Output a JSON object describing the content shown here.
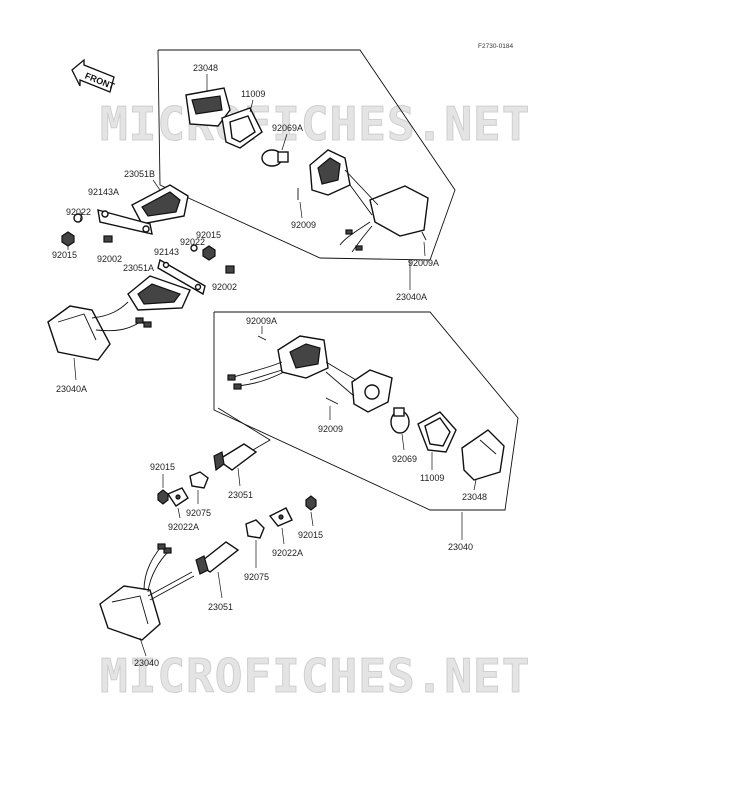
{
  "figure_code": "F2730-0184",
  "front_label": "FRONT",
  "watermark": "MICROFICHES.NET",
  "parts": {
    "p23048_top": "23048",
    "p11009_top": "11009",
    "p92069A_top": "92069A",
    "p92009_top": "92009",
    "p92009A_top": "92009A",
    "p23040A_top": "23040A",
    "p23051B": "23051B",
    "p92143A": "92143A",
    "p92022_left": "92022",
    "p92015_left": "92015",
    "p92002_left": "92002",
    "p92015_mid": "92015",
    "p92022_mid": "92022",
    "p92143": "92143",
    "p23051A": "23051A",
    "p92002_mid": "92002",
    "p23040A_left": "23040A",
    "p92009A_right": "92009A",
    "p92009_right": "92009",
    "p92069": "92069",
    "p11009_right": "11009",
    "p23048_right": "23048",
    "p23040_right": "23040",
    "p92015_low": "92015",
    "p92022A_low": "92022A",
    "p92075_low": "92075",
    "p23051_low": "23051",
    "p92075_bot": "92075",
    "p92022A_bot": "92022A",
    "p92015_bot": "92015",
    "p23051_bot": "23051",
    "p23040_bot": "23040"
  }
}
